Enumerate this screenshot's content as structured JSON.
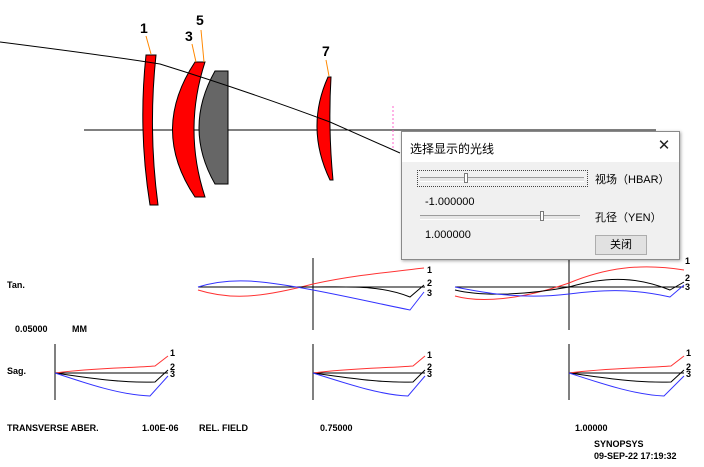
{
  "lens_elements": {
    "labels": [
      "1",
      "3",
      "5",
      "7"
    ]
  },
  "plots": {
    "row_labels": {
      "tan": "Tan.",
      "sag": "Sag."
    },
    "scale_value": "0.05000",
    "scale_unit": "MM",
    "curve_labels": [
      "1",
      "2",
      "3"
    ],
    "colors": {
      "curve1": "#ff3333",
      "curve2": "#000000",
      "curve3": "#3333ff"
    }
  },
  "footer": {
    "title": "TRANSVERSE ABER.",
    "wavelength": "1.00E-06",
    "rel_field_label": "REL. FIELD",
    "field_075": "0.75000",
    "field_100": "1.00000",
    "brand": "SYNOPSYS",
    "timestamp": "09-SEP-22   17:19:32"
  },
  "dialog": {
    "title": "选择显示的光线",
    "close_glyph": "✕",
    "hbar_label": "视场（HBAR）",
    "hbar_value": "-1.000000",
    "hbar_level": -1.0,
    "yen_label": "孔径（YEN）",
    "yen_value": "1.000000",
    "yen_level": 1.0,
    "close_button": "关闭"
  },
  "colors": {
    "lens_red": "#ff0000",
    "lens_gray": "#666666",
    "accent_pink": "#ff66cc"
  }
}
